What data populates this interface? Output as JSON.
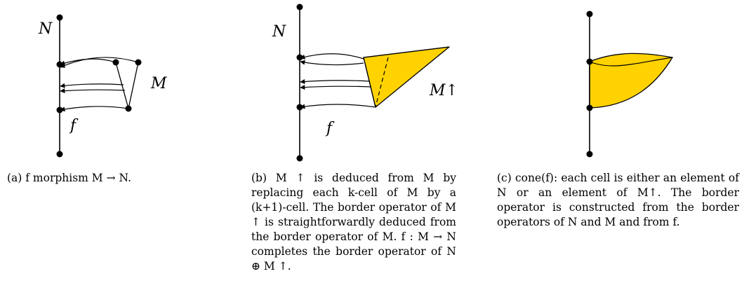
{
  "panel_a": {
    "label_N": "N",
    "label_M": "M",
    "label_f": "f",
    "caption": "(a) f morphism M → N."
  },
  "panel_b": {
    "label_N": "N",
    "label_M_up": "M↑",
    "label_f": "f",
    "caption": "(b) M ↑ is deduced from M by replacing each k-cell of M by a (k+1)-cell. The border operator of M ↑ is straightforwardly deduced from the border operator of M. f : M → N completes the border operator of N ⊕ M ↑."
  },
  "panel_c": {
    "caption": "(c) cone(f): each cell is either an element of N or an element of M↑. The border operator is constructed from the border operators of N and M and from f."
  },
  "colors": {
    "fill": "#ffd200",
    "line": "#000000"
  }
}
